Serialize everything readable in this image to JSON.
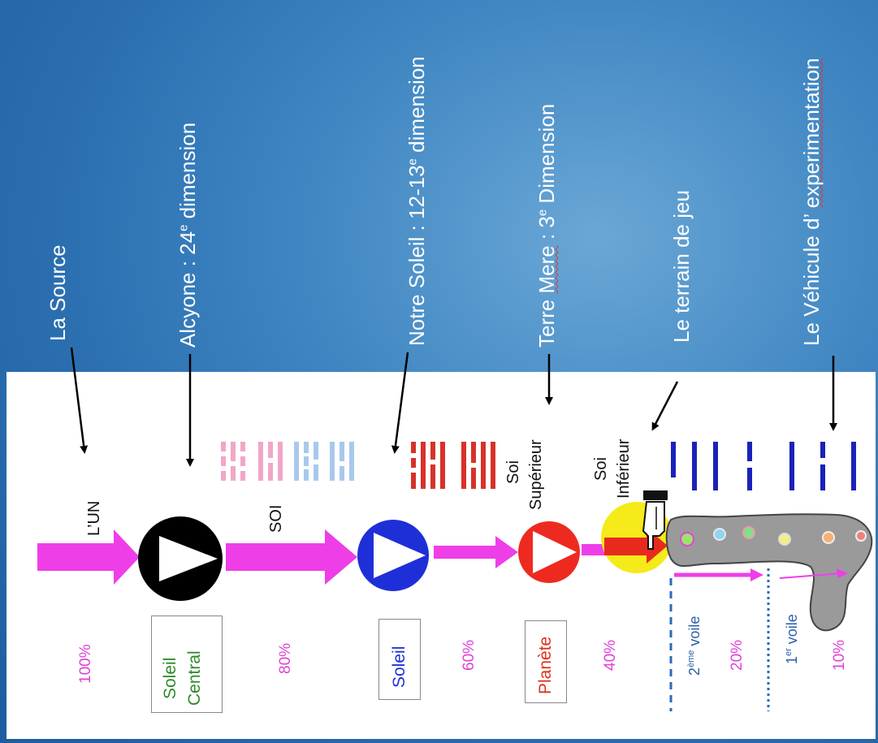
{
  "header": {
    "source": "La Source",
    "alcyone_pre": "Alcyone  : 24",
    "alcyone_sup": "e",
    "alcyone_post": " dimension",
    "soleil_pre": "Notre Soleil  : 12-13",
    "soleil_sup": "e",
    "soleil_post": " dimension",
    "terre_a": "Terre ",
    "terre_b": "Mere",
    "terre_c": "  : 3",
    "terre_sup": "e",
    "terre_post": " Dimension",
    "terrain": "Le terrain de jeu",
    "vehicule_a": "Le Véhicule d’ ",
    "vehicule_b": "experimentation"
  },
  "diagram": {
    "lun": "L’UN",
    "soi": "SOI",
    "soi_sup_1": "Soi",
    "soi_sup_2": "Supérieur",
    "soi_inf_1": "Soi",
    "soi_inf_2": "Inférieur"
  },
  "boxes": {
    "soleil_central_1": "Soleil",
    "soleil_central_2": "Central",
    "soleil": "Soleil",
    "planete": "Planète"
  },
  "percentages": [
    "100%",
    "80%",
    "60%",
    "40%",
    "20%",
    "10%"
  ],
  "veils": {
    "second_num": "2",
    "second_sup": "ème",
    "second_word": " voile",
    "first_num": "1",
    "first_sup": "er",
    "first_word": " voile"
  },
  "colors": {
    "magenta": "#ee3ee8",
    "black_sun": "#000000",
    "blue_sun": "#1f2fd8",
    "red_sun": "#ee2a20",
    "yellow": "#f5ea1a",
    "green_text": "#2f8a2a",
    "blue_text": "#1f2fd8",
    "red_text": "#e0301e"
  }
}
